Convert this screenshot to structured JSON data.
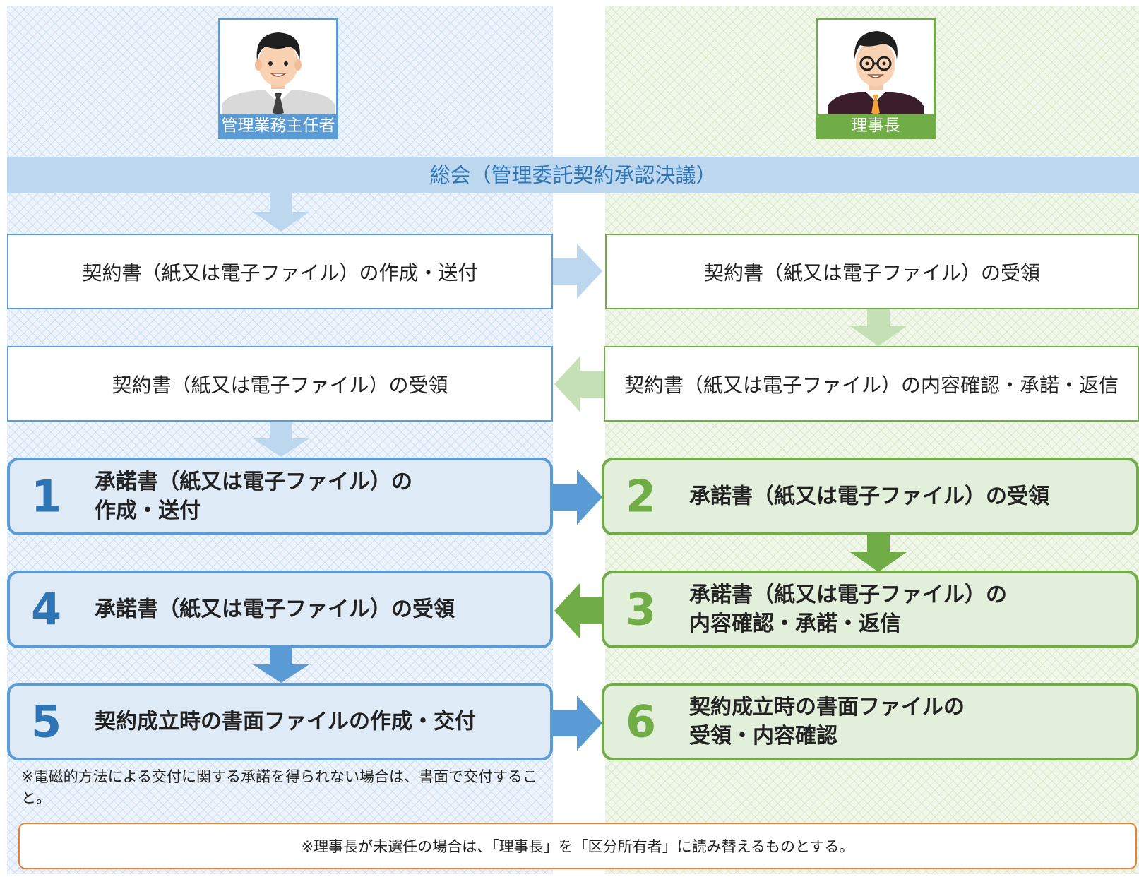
{
  "actors": {
    "left": "管理業務主任者",
    "right": "理事長"
  },
  "banner": "総会（管理委託契約承認決議）",
  "boxes": {
    "contract_create": "契約書（紙又は電子ファイル）の作成・送付",
    "contract_receive_right": "契約書（紙又は電子ファイル）の受領",
    "contract_receive_left": "契約書（紙又は電子ファイル）の受領",
    "contract_review": "契約書（紙又は電子ファイル）の内容確認・承諾・返信"
  },
  "steps": [
    {
      "num": "1",
      "line1": "承諾書（紙又は電子ファイル）の",
      "line2": "作成・送付"
    },
    {
      "num": "2",
      "line1": "承諾書（紙又は電子ファイル）の受領",
      "line2": ""
    },
    {
      "num": "3",
      "line1": "承諾書（紙又は電子ファイル）の",
      "line2": "内容確認・承諾・返信"
    },
    {
      "num": "4",
      "line1": "承諾書（紙又は電子ファイル）の受領",
      "line2": ""
    },
    {
      "num": "5",
      "line1": "契約成立時の書面ファイルの作成・交付",
      "line2": ""
    },
    {
      "num": "6",
      "line1": "契約成立時の書面ファイルの",
      "line2": "受領・内容確認"
    }
  ],
  "notes": {
    "electromagnetic": "※電磁的方法による交付に関する承諾を得られない場合は、書面で交付すること。",
    "chairman": "※理事長が未選任の場合は、「理事長」を「区分所有者」に読み替えるものとする。"
  },
  "colors": {
    "blue_accent": "#5b9bd5",
    "blue_text": "#2e75b6",
    "green_accent": "#70ad47",
    "orange_border": "#ed7d31"
  }
}
